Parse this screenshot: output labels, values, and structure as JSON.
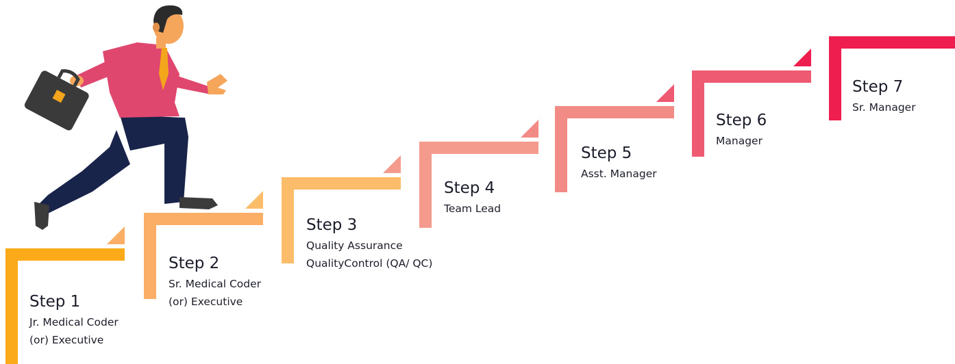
{
  "steps": [
    {
      "title": "Step 1",
      "lines": [
        "Jr. Medical Coder",
        "(or) Executive"
      ],
      "color": "#FBAA19"
    },
    {
      "title": "Step 2",
      "lines": [
        "Sr. Medical Coder",
        "(or) Executive"
      ],
      "color": "#FBAE66"
    },
    {
      "title": "Step 3",
      "lines": [
        "Quality Assurance",
        "QualityControl (QA/ QC)"
      ],
      "color": "#FCBD6A"
    },
    {
      "title": "Step 4",
      "lines": [
        "Team Lead"
      ],
      "color": "#F59B8E"
    },
    {
      "title": "Step 5",
      "lines": [
        "Asst. Manager"
      ],
      "color": "#F28A86"
    },
    {
      "title": "Step 6",
      "lines": [
        "Manager"
      ],
      "color": "#EF5A73"
    },
    {
      "title": "Step 7",
      "lines": [
        "Sr. Manager"
      ],
      "color": "#EE1F4F"
    }
  ],
  "figure": {
    "icon": "businessman-climbing-icon",
    "briefcase": "briefcase-icon",
    "colors": {
      "shirt": "#E0476F",
      "pants": "#19244A",
      "skin": "#F5A65B",
      "hair": "#2B2B2B",
      "tie": "#F3A61C",
      "bag": "#3A3A3A",
      "clasp": "#F3A61C"
    }
  }
}
